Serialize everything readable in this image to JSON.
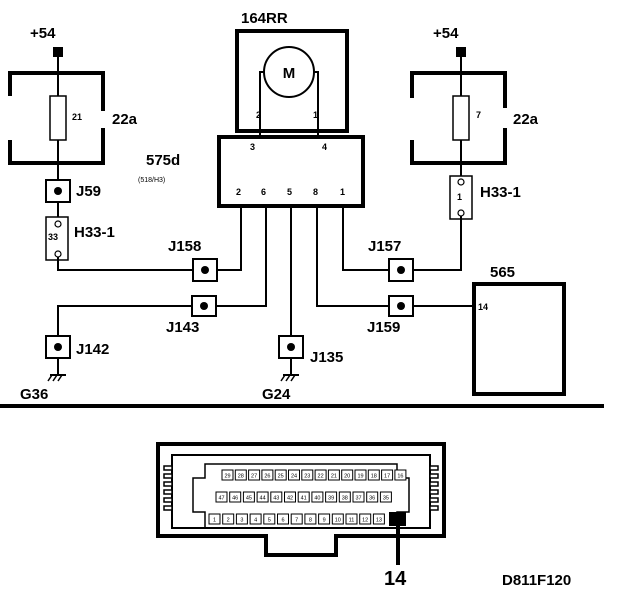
{
  "labels": {
    "supply_left": "+54",
    "supply_right": "+54",
    "fusebox_left": "22a",
    "fusebox_right": "22a",
    "fuse_left_num": "21",
    "fuse_right_num": "7",
    "motor_title": "164RR",
    "motor_symbol": "M",
    "motor_pin_left": "2",
    "motor_pin_right": "1",
    "ecu_title": "575d",
    "ecu_subtitle": "(518/H3)",
    "ecu_top_pin_left": "3",
    "ecu_top_pin_right": "4",
    "ecu_pins": [
      "2",
      "6",
      "5",
      "8",
      "1"
    ],
    "j59": "J59",
    "h33_left": "H33-1",
    "h33_left_pin": "33",
    "h33_right": "H33-1",
    "h33_right_pin": "1",
    "j158": "J158",
    "j157": "J157",
    "j143": "J143",
    "j159": "J159",
    "j142": "J142",
    "j135": "J135",
    "g36": "G36",
    "g24": "G24",
    "module_565": "565",
    "module_565_pin": "14",
    "connector_pin": "14",
    "diagram_id": "D811F120"
  },
  "connector": {
    "row1": [
      "29",
      "28",
      "27",
      "26",
      "25",
      "24",
      "23",
      "22",
      "21",
      "20",
      "19",
      "18",
      "17",
      "16"
    ],
    "row2": [
      "47",
      "46",
      "45",
      "44",
      "43",
      "42",
      "41",
      "40",
      "39",
      "38",
      "37",
      "36",
      "35"
    ],
    "row3": [
      "1",
      "2",
      "3",
      "4",
      "5",
      "6",
      "7",
      "8",
      "9",
      "10",
      "11",
      "12",
      "13"
    ]
  },
  "colors": {
    "ink": "#000000",
    "paper": "#ffffff"
  }
}
